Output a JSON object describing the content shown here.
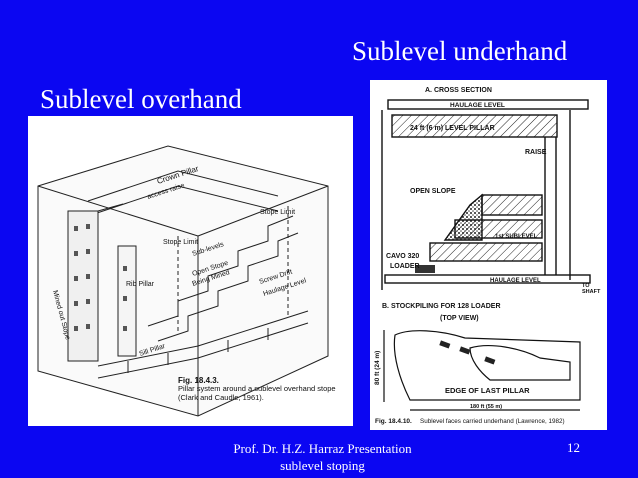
{
  "slide": {
    "title_right": "Sublevel underhand",
    "title_left": "Sublevel overhand",
    "footer_line1": "Prof. Dr. H.Z. Harraz Presentation",
    "footer_line2": "sublevel stoping",
    "page_number": "12"
  },
  "left_figure": {
    "labels": {
      "crown_pillar": "Crown Pillar",
      "access_raise": "access raise",
      "stope_limit_right": "Stope Limit",
      "stope_limit_left": "Stope Limit",
      "sub_levels": "Sub-levels",
      "open_stope": "Open Stope",
      "being_mined": "Being Mined",
      "mined_out": "Mined out Stope",
      "rib_pillar": "Rib Pillar",
      "screw_drift": "Screw Drift",
      "haulage_level": "Haulage Level",
      "sill_pillar": "Sill Pillar"
    },
    "caption_bold": "Fig. 18.4.3.",
    "caption_text": "Pillar system around a sublevel overhand stope (Clark and Caudle, 1961)."
  },
  "right_figure": {
    "labels": {
      "section_a": "A. CROSS SECTION",
      "haulage_top": "HAULAGE LEVEL",
      "level_pillar": "24 ft (6 m) LEVEL PILLAR",
      "raise": "RAISE",
      "open_slope": "OPEN SLOPE",
      "first_sublevel": "1st SUBLEVEL",
      "loader_line1": "CAVO 320",
      "loader_line2": "LOADER",
      "haulage_bottom": "HAULAGE LEVEL",
      "to_shaft_1": "TO",
      "to_shaft_2": "SHAFT",
      "section_b": "B.  STOCKPILING FOR 128 LOADER",
      "top_view": "(TOP VIEW)",
      "dim_vertical": "80 ft (24 m)",
      "edge_last_pillar": "EDGE OF LAST PILLAR",
      "dim_horizontal": "180 ft (55 m)"
    },
    "caption_bold": "Fig. 18.4.10.",
    "caption_text": "Sublevel faces carried underhand (Lawrence, 1982)"
  }
}
